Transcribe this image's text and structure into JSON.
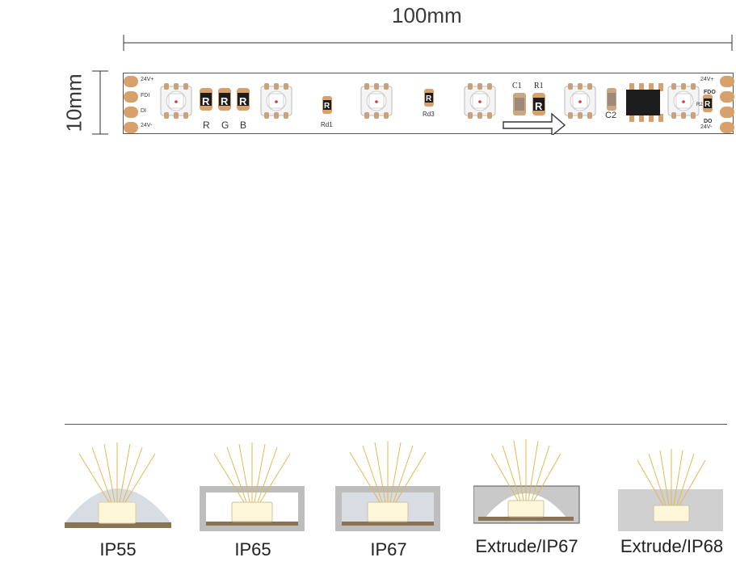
{
  "dimensions": {
    "length": "100mm",
    "width": "10mm"
  },
  "pads_left": [
    "24V+",
    "FDI",
    "DI",
    "24V-"
  ],
  "pads_right": [
    "24V+",
    "FDO",
    "DO",
    "24V-"
  ],
  "components": {
    "resistor_mark": "R",
    "rgb_labels": [
      "R",
      "G",
      "B"
    ],
    "rd1": "Rd1",
    "rd3": "Rd3",
    "c1": "C1",
    "r1": "R1",
    "c2": "C2",
    "r2": "R2"
  },
  "ip_variants": [
    "IP55",
    "IP65",
    "IP67",
    "Extrude/IP67",
    "Extrude/IP68"
  ],
  "colors": {
    "pad": "#d8a06a",
    "chip": "#1d1d1d",
    "led_pad": "#c8a27a",
    "encap": "#d8dde3",
    "frame": "#bdbdbd",
    "ray": "#e3b84f",
    "base": "#8a7353"
  }
}
